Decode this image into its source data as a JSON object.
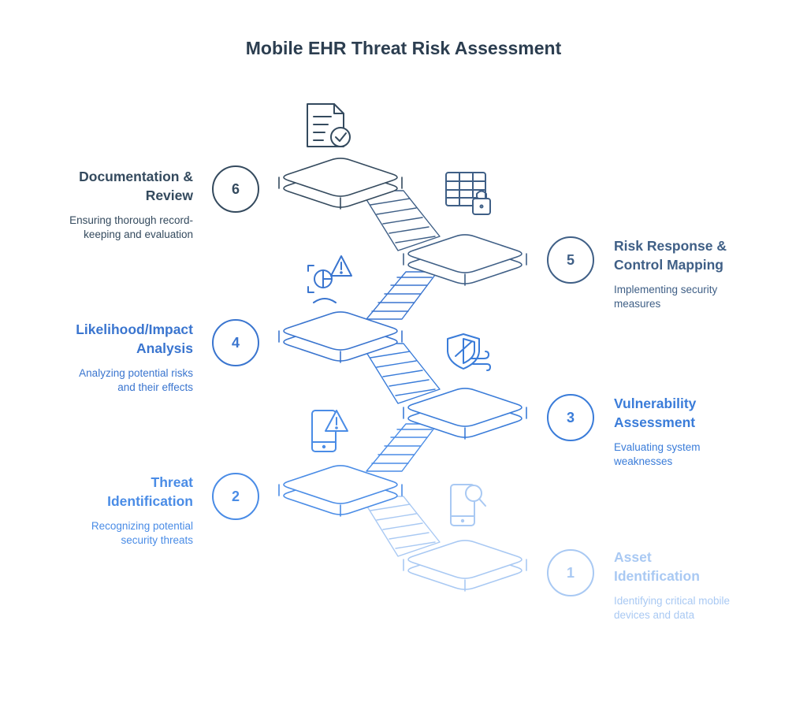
{
  "title": "Mobile EHR Threat Risk Assessment",
  "colors": {
    "step1": "#a9c9f3",
    "step2": "#4a8ce6",
    "step3": "#3a7cd9",
    "step4": "#3a75cf",
    "step5": "#3f5f86",
    "step6": "#344a5e"
  },
  "steps": [
    {
      "number": "1",
      "title_line1": "Asset",
      "title_line2": "Identification",
      "desc_line1": "Identifying critical mobile",
      "desc_line2": "devices and data",
      "icon": "smartphone-search-icon"
    },
    {
      "number": "2",
      "title_line1": "Threat",
      "title_line2": "Identification",
      "desc_line1": "Recognizing potential",
      "desc_line2": "security threats",
      "icon": "smartphone-alert-icon"
    },
    {
      "number": "3",
      "title_line1": "Vulnerability",
      "title_line2": "Assessment",
      "desc_line1": "Evaluating system",
      "desc_line2": "weaknesses",
      "icon": "shield-wind-icon"
    },
    {
      "number": "4",
      "title_line1": "Likelihood/Impact",
      "title_line2": "Analysis",
      "desc_line1": "Analyzing potential risks",
      "desc_line2": "and their effects",
      "icon": "risk-analysis-icon"
    },
    {
      "number": "5",
      "title_line1": "Risk Response &",
      "title_line2": "Control Mapping",
      "desc_line1": "Implementing security",
      "desc_line2": "measures",
      "icon": "table-lock-icon"
    },
    {
      "number": "6",
      "title_line1": "Documentation &",
      "title_line2": "Review",
      "desc_line1": "Ensuring thorough record-",
      "desc_line2": "keeping and evaluation",
      "icon": "document-check-icon"
    }
  ]
}
